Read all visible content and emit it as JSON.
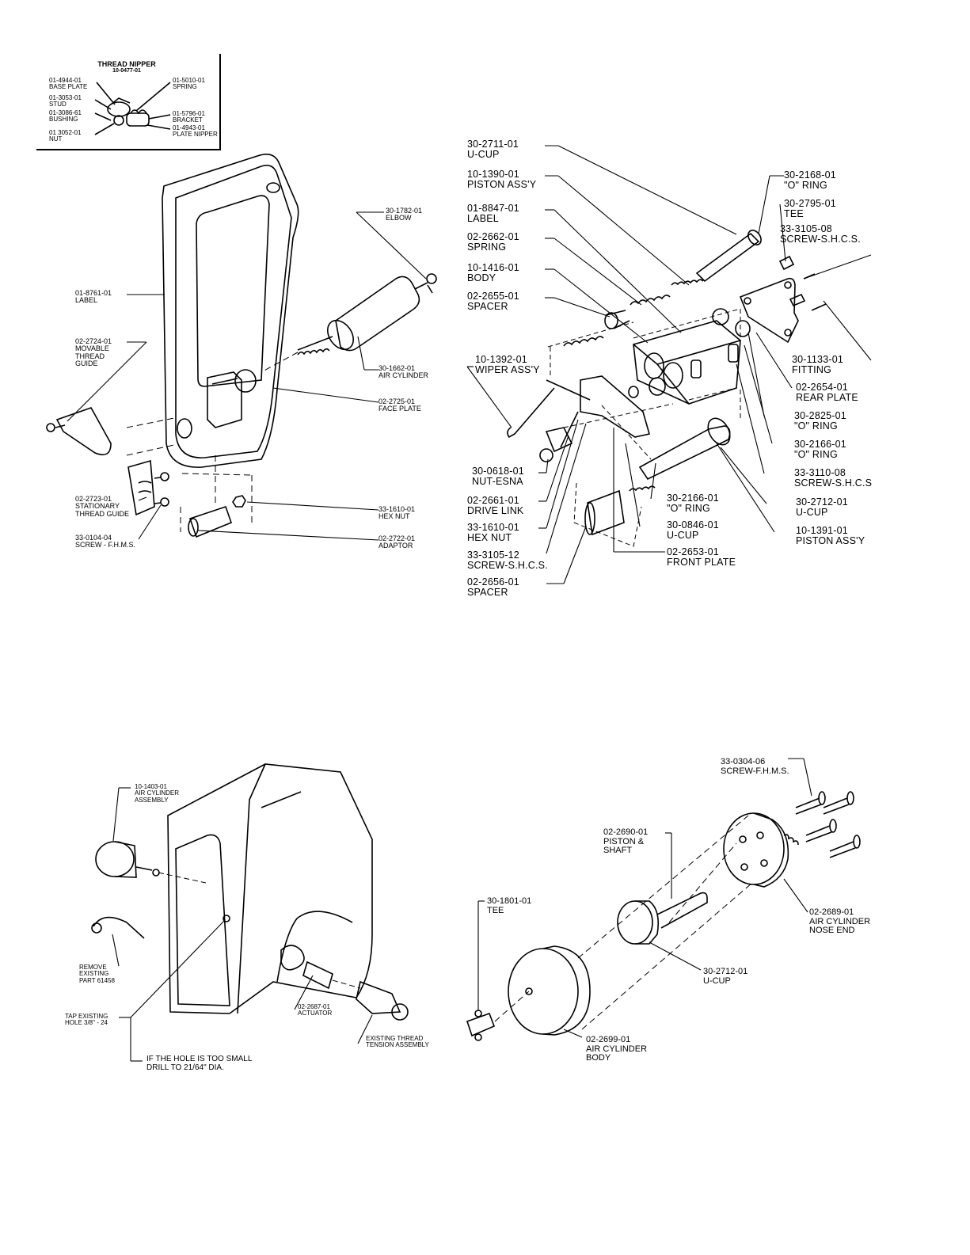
{
  "thread_nipper": {
    "title": "THREAD NIPPER",
    "part_no": "10-0477-01",
    "parts": [
      {
        "no": "01-4944-01",
        "name": "BASE PLATE"
      },
      {
        "no": "01-3053-01",
        "name": "STUD"
      },
      {
        "no": "01-3086-61",
        "name": "BUSHING"
      },
      {
        "no": "01 3052-01",
        "name": "NUT"
      },
      {
        "no": "01-5010-01",
        "name": "SPRING"
      },
      {
        "no": "01-5796-01",
        "name": "BRACKET"
      },
      {
        "no": "01-4943-01",
        "name": "PLATE NIPPER"
      }
    ]
  },
  "faceplate_view": {
    "parts": [
      {
        "no": "30-1782-01",
        "name": "ELBOW"
      },
      {
        "no": "01-8761-01",
        "name": "LABEL"
      },
      {
        "no": "02-2724-01",
        "name": [
          "MOVABLE",
          "THREAD",
          "GUIDE"
        ]
      },
      {
        "no": "30-1662-01",
        "name": "AIR CYLINDER"
      },
      {
        "no": "02-2725-01",
        "name": "FACE PLATE"
      },
      {
        "no": "02-2723-01",
        "name": [
          "STATIONARY",
          "THREAD GUIDE"
        ]
      },
      {
        "no": "33-1610-01",
        "name": "HEX NUT"
      },
      {
        "no": "33-0104-04",
        "name": "SCREW - F.H.M.S."
      },
      {
        "no": "02-2722-01",
        "name": "ADAPTOR"
      }
    ]
  },
  "wiper_view": {
    "left_parts": [
      {
        "no": "30-2711-01",
        "name": "U-CUP"
      },
      {
        "no": "10-1390-01",
        "name": "PISTON ASS'Y"
      },
      {
        "no": "01-8847-01",
        "name": "LABEL"
      },
      {
        "no": "02-2662-01",
        "name": "SPRING"
      },
      {
        "no": "10-1416-01",
        "name": "BODY"
      },
      {
        "no": "02-2655-01",
        "name": "SPACER"
      },
      {
        "no": "10-1392-01",
        "name": "WIPER ASS'Y"
      },
      {
        "no": "30-0618-01",
        "name": "NUT-ESNA"
      },
      {
        "no": "02-2661-01",
        "name": "DRIVE LINK"
      },
      {
        "no": "33-1610-01",
        "name": "HEX NUT"
      },
      {
        "no": "33-3105-12",
        "name": "SCREW-S.H.C.S."
      },
      {
        "no": "02-2656-01",
        "name": "SPACER"
      }
    ],
    "right_parts": [
      {
        "no": "30-2168-01",
        "name": "\"O\" RING"
      },
      {
        "no": "30-2795-01",
        "name": "TEE"
      },
      {
        "no": "33-3105-08",
        "name": "SCREW-S.H.C.S."
      },
      {
        "no": "30-1133-01",
        "name": "FITTING"
      },
      {
        "no": "02-2654-01",
        "name": "REAR PLATE"
      },
      {
        "no": "30-2825-01",
        "name": "\"O\" RING"
      },
      {
        "no": "30-2166-01",
        "name": "\"O\" RING"
      },
      {
        "no": "33-3110-08",
        "name": "SCREW-S.H.C.S"
      },
      {
        "no": "30-2712-01",
        "name": "U-CUP"
      },
      {
        "no": "10-1391-01",
        "name": "PISTON ASS'Y"
      }
    ],
    "center_parts": [
      {
        "no": "30-2166-01",
        "name": "\"O\" RING"
      },
      {
        "no": "30-0846-01",
        "name": "U-CUP"
      },
      {
        "no": "02-2653-01",
        "name": "FRONT PLATE"
      }
    ]
  },
  "install_view": {
    "parts": [
      {
        "no": "10-1403-01",
        "name": [
          "AIR CYLINDER",
          "ASSEMBLY"
        ]
      },
      {
        "no": "",
        "name": [
          "REMOVE",
          "EXISTING",
          "PART 61458"
        ]
      },
      {
        "no": "",
        "name": [
          "TAP EXISTING",
          "HOLE 3/8\" - 24"
        ]
      },
      {
        "no": "02-2687-01",
        "name": "ACTUATOR"
      },
      {
        "no": "",
        "name": [
          "EXISTING THREAD",
          "TENSION ASSEMBLY"
        ]
      },
      {
        "no": "",
        "name": [
          "IF THE HOLE IS TOO SMALL",
          "DRILL TO 21/64\" DIA."
        ]
      }
    ]
  },
  "cylinder_view": {
    "parts": [
      {
        "no": "33-0304-06",
        "name": "SCREW-F.H.M.S."
      },
      {
        "no": "02-2690-01",
        "name": [
          "PISTON &",
          "SHAFT"
        ]
      },
      {
        "no": "30-1801-01",
        "name": "TEE"
      },
      {
        "no": "02-2689-01",
        "name": [
          "AIR CYLINDER",
          "NOSE END"
        ]
      },
      {
        "no": "30-2712-01",
        "name": "U-CUP"
      },
      {
        "no": "02-2699-01",
        "name": [
          "AIR CYLINDER",
          "BODY"
        ]
      }
    ]
  }
}
